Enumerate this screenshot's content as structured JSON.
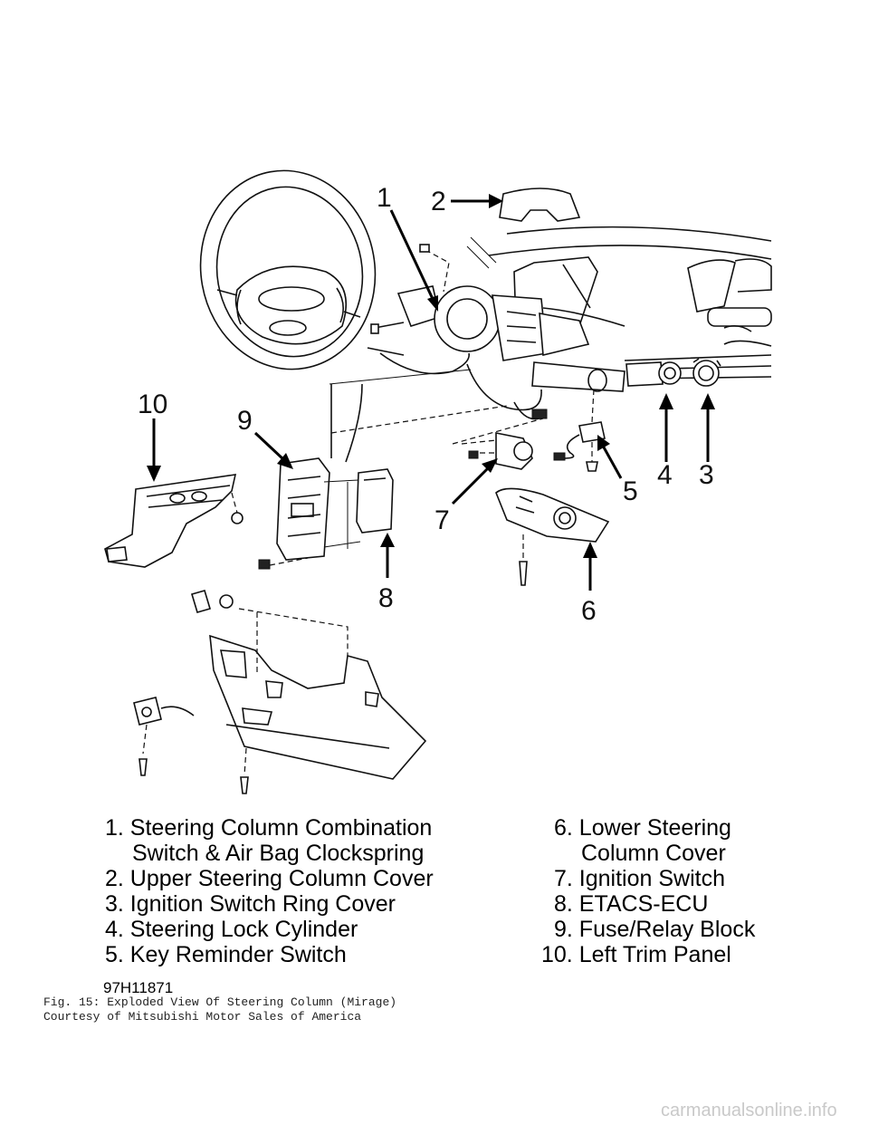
{
  "callouts": [
    "1",
    "2",
    "3",
    "4",
    "5",
    "6",
    "7",
    "8",
    "9",
    "10"
  ],
  "legend_left": [
    "1. Steering Column Combination",
    "Switch & Air Bag Clockspring",
    "2. Upper Steering Column Cover",
    "3. Ignition Switch Ring Cover",
    "4. Steering Lock Cylinder",
    "5. Key Reminder Switch"
  ],
  "legend_right": [
    "6. Lower Steering",
    "Column Cover",
    "7. Ignition Switch",
    "8. ETACS-ECU",
    "9. Fuse/Relay Block",
    "10. Left Trim Panel"
  ],
  "figure_code": "97H11871",
  "caption": {
    "line1": "Fig. 15:  Exploded View Of Steering Column (Mirage)",
    "line2": "Courtesy of Mitsubishi Motor Sales of America"
  },
  "watermark": "carmanualsonline.info"
}
